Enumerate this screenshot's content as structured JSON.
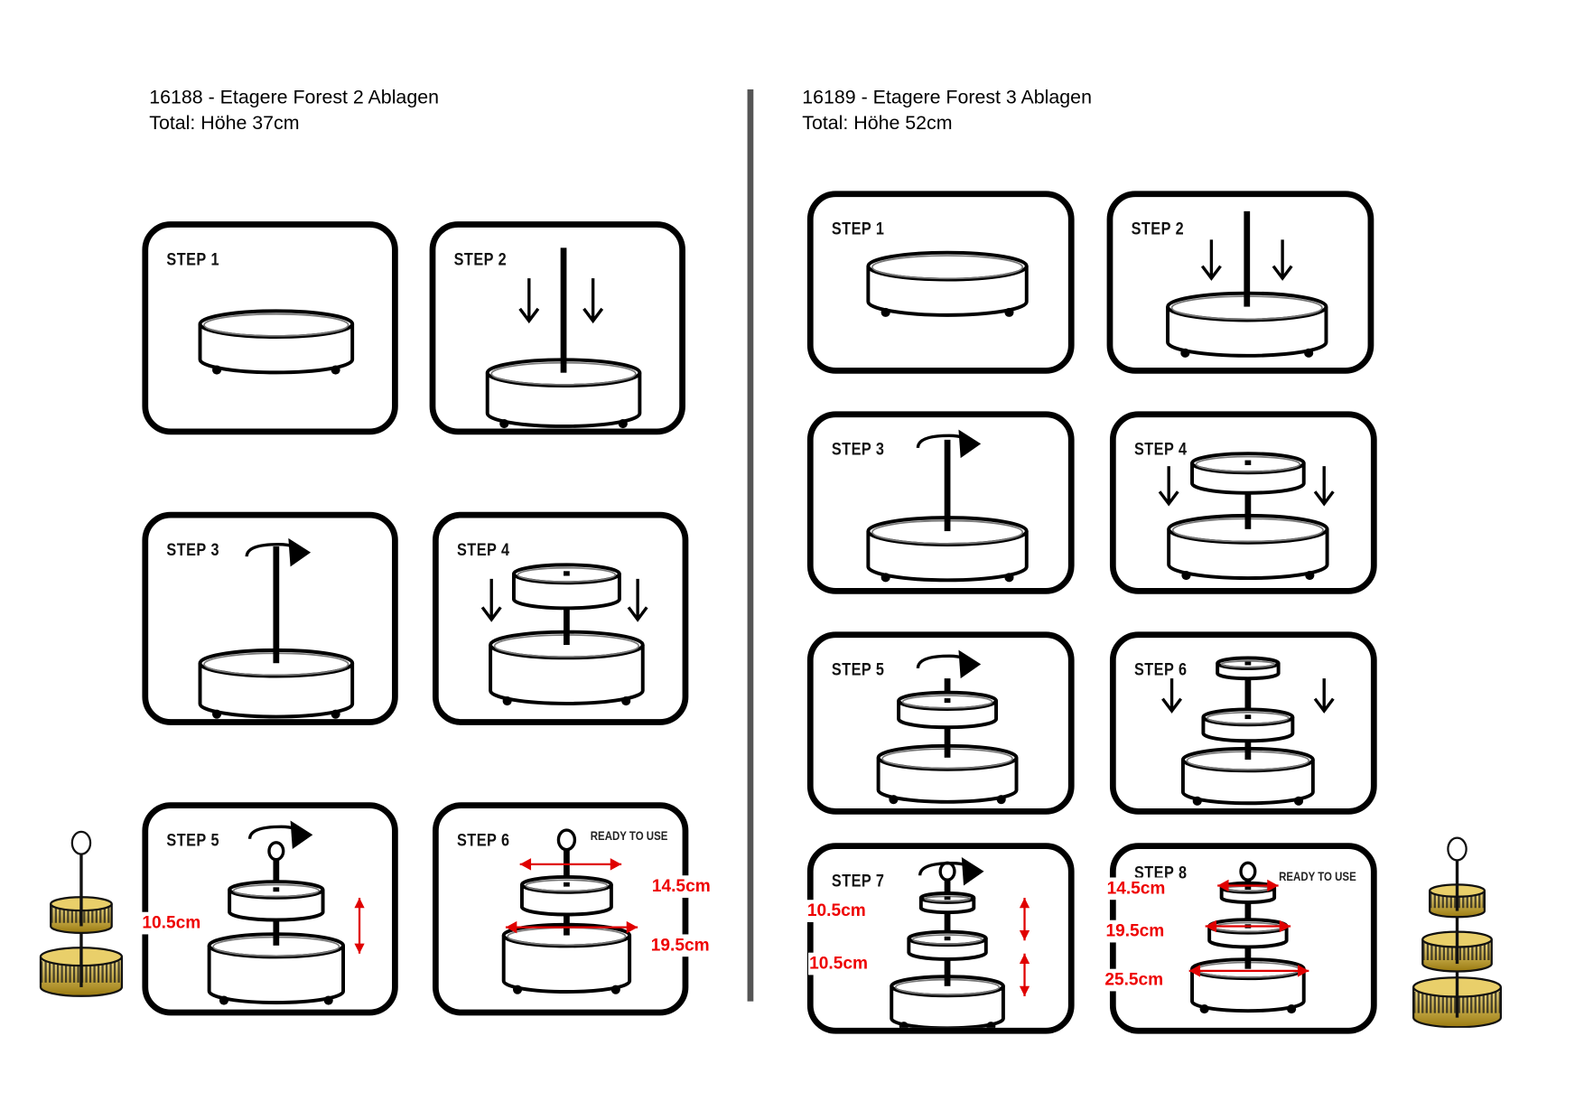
{
  "left": {
    "title": "16188 - Etagere Forest 2 Ablagen",
    "subtitle": "Total: Höhe 37cm",
    "steps": [
      "STEP 1",
      "STEP 2",
      "STEP 3",
      "STEP 4",
      "STEP 5",
      "STEP 6"
    ],
    "ready_label": "READY TO USE",
    "measurements": {
      "tier_height": "10.5cm",
      "top_diameter": "14.5cm",
      "bottom_diameter": "19.5cm"
    }
  },
  "right": {
    "title": "16189 - Etagere Forest 3 Ablagen",
    "subtitle": "Total: Höhe 52cm",
    "steps": [
      "STEP 1",
      "STEP 2",
      "STEP 3",
      "STEP 4",
      "STEP 5",
      "STEP 6",
      "STEP 7",
      "STEP 8"
    ],
    "ready_label": "READY TO USE",
    "measurements": {
      "upper_tier_height": "10.5cm",
      "lower_tier_height": "10.5cm",
      "top_diameter": "14.5cm",
      "middle_diameter": "19.5cm",
      "bottom_diameter": "25.5cm"
    }
  },
  "colors": {
    "measure": "#e00000",
    "divider": "#555555",
    "gold": "#c9a227"
  }
}
